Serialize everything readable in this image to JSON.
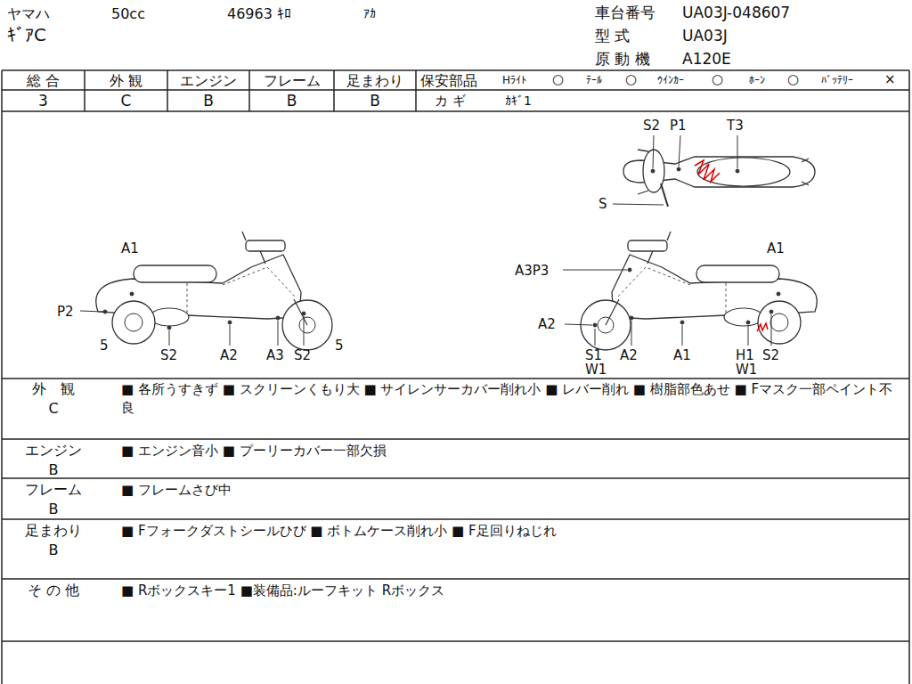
{
  "diagram": {
    "labels": [
      "ヤマハ",
      "50cc",
      "46963 ｷﾛ",
      "ｱｶ",
      "ｷﾞｱC",
      "車台番号",
      "UA03J-048607",
      "型 式",
      "UA03J",
      "原 動 機",
      "A120E",
      "総 合",
      "外 観",
      "エンジン",
      "フレーム",
      "足まわり",
      "3",
      "C",
      "B",
      "B",
      "B",
      "保安部品",
      "Hﾗｲﾄ",
      "○",
      "ﾃｰﾙ",
      "○",
      "ｳｲﾝｶｰ",
      "○",
      "ﾎｰﾝ",
      "○",
      "ﾊﾞｯﾃﾘｰ",
      "×",
      "カ ギ",
      "ｶｷﾞ1",
      "S2",
      "P1",
      "T3",
      "S",
      "A1",
      "P2",
      "5",
      "S2",
      "A2",
      "A3",
      "S2",
      "5",
      "A3P3",
      "A1",
      "A2",
      "S1",
      "W1",
      "A2",
      "A1",
      "H1",
      "W1",
      "S2",
      "外　観",
      "C",
      "■ 各所うすきず ■ スクリーンくもり大 ■ サイレンサーカバー削れ小 ■ レバー削れ ■ 樹脂部色あせ ■ Fマスク一部ペイント不良",
      "エンジン",
      "B",
      "■ エンジン音小 ■ プーリーカバー一部欠損",
      "フレーム",
      "B",
      "■ フレームさび中",
      "足まわり",
      "B",
      "■ Fフォークダストシールひび ■ ボトムケース削れ小 ■ F足回りねじれ",
      "そ の 他",
      "■ Rボックスキー1 ■装備品:ルーフキット Rボックス"
    ]
  }
}
